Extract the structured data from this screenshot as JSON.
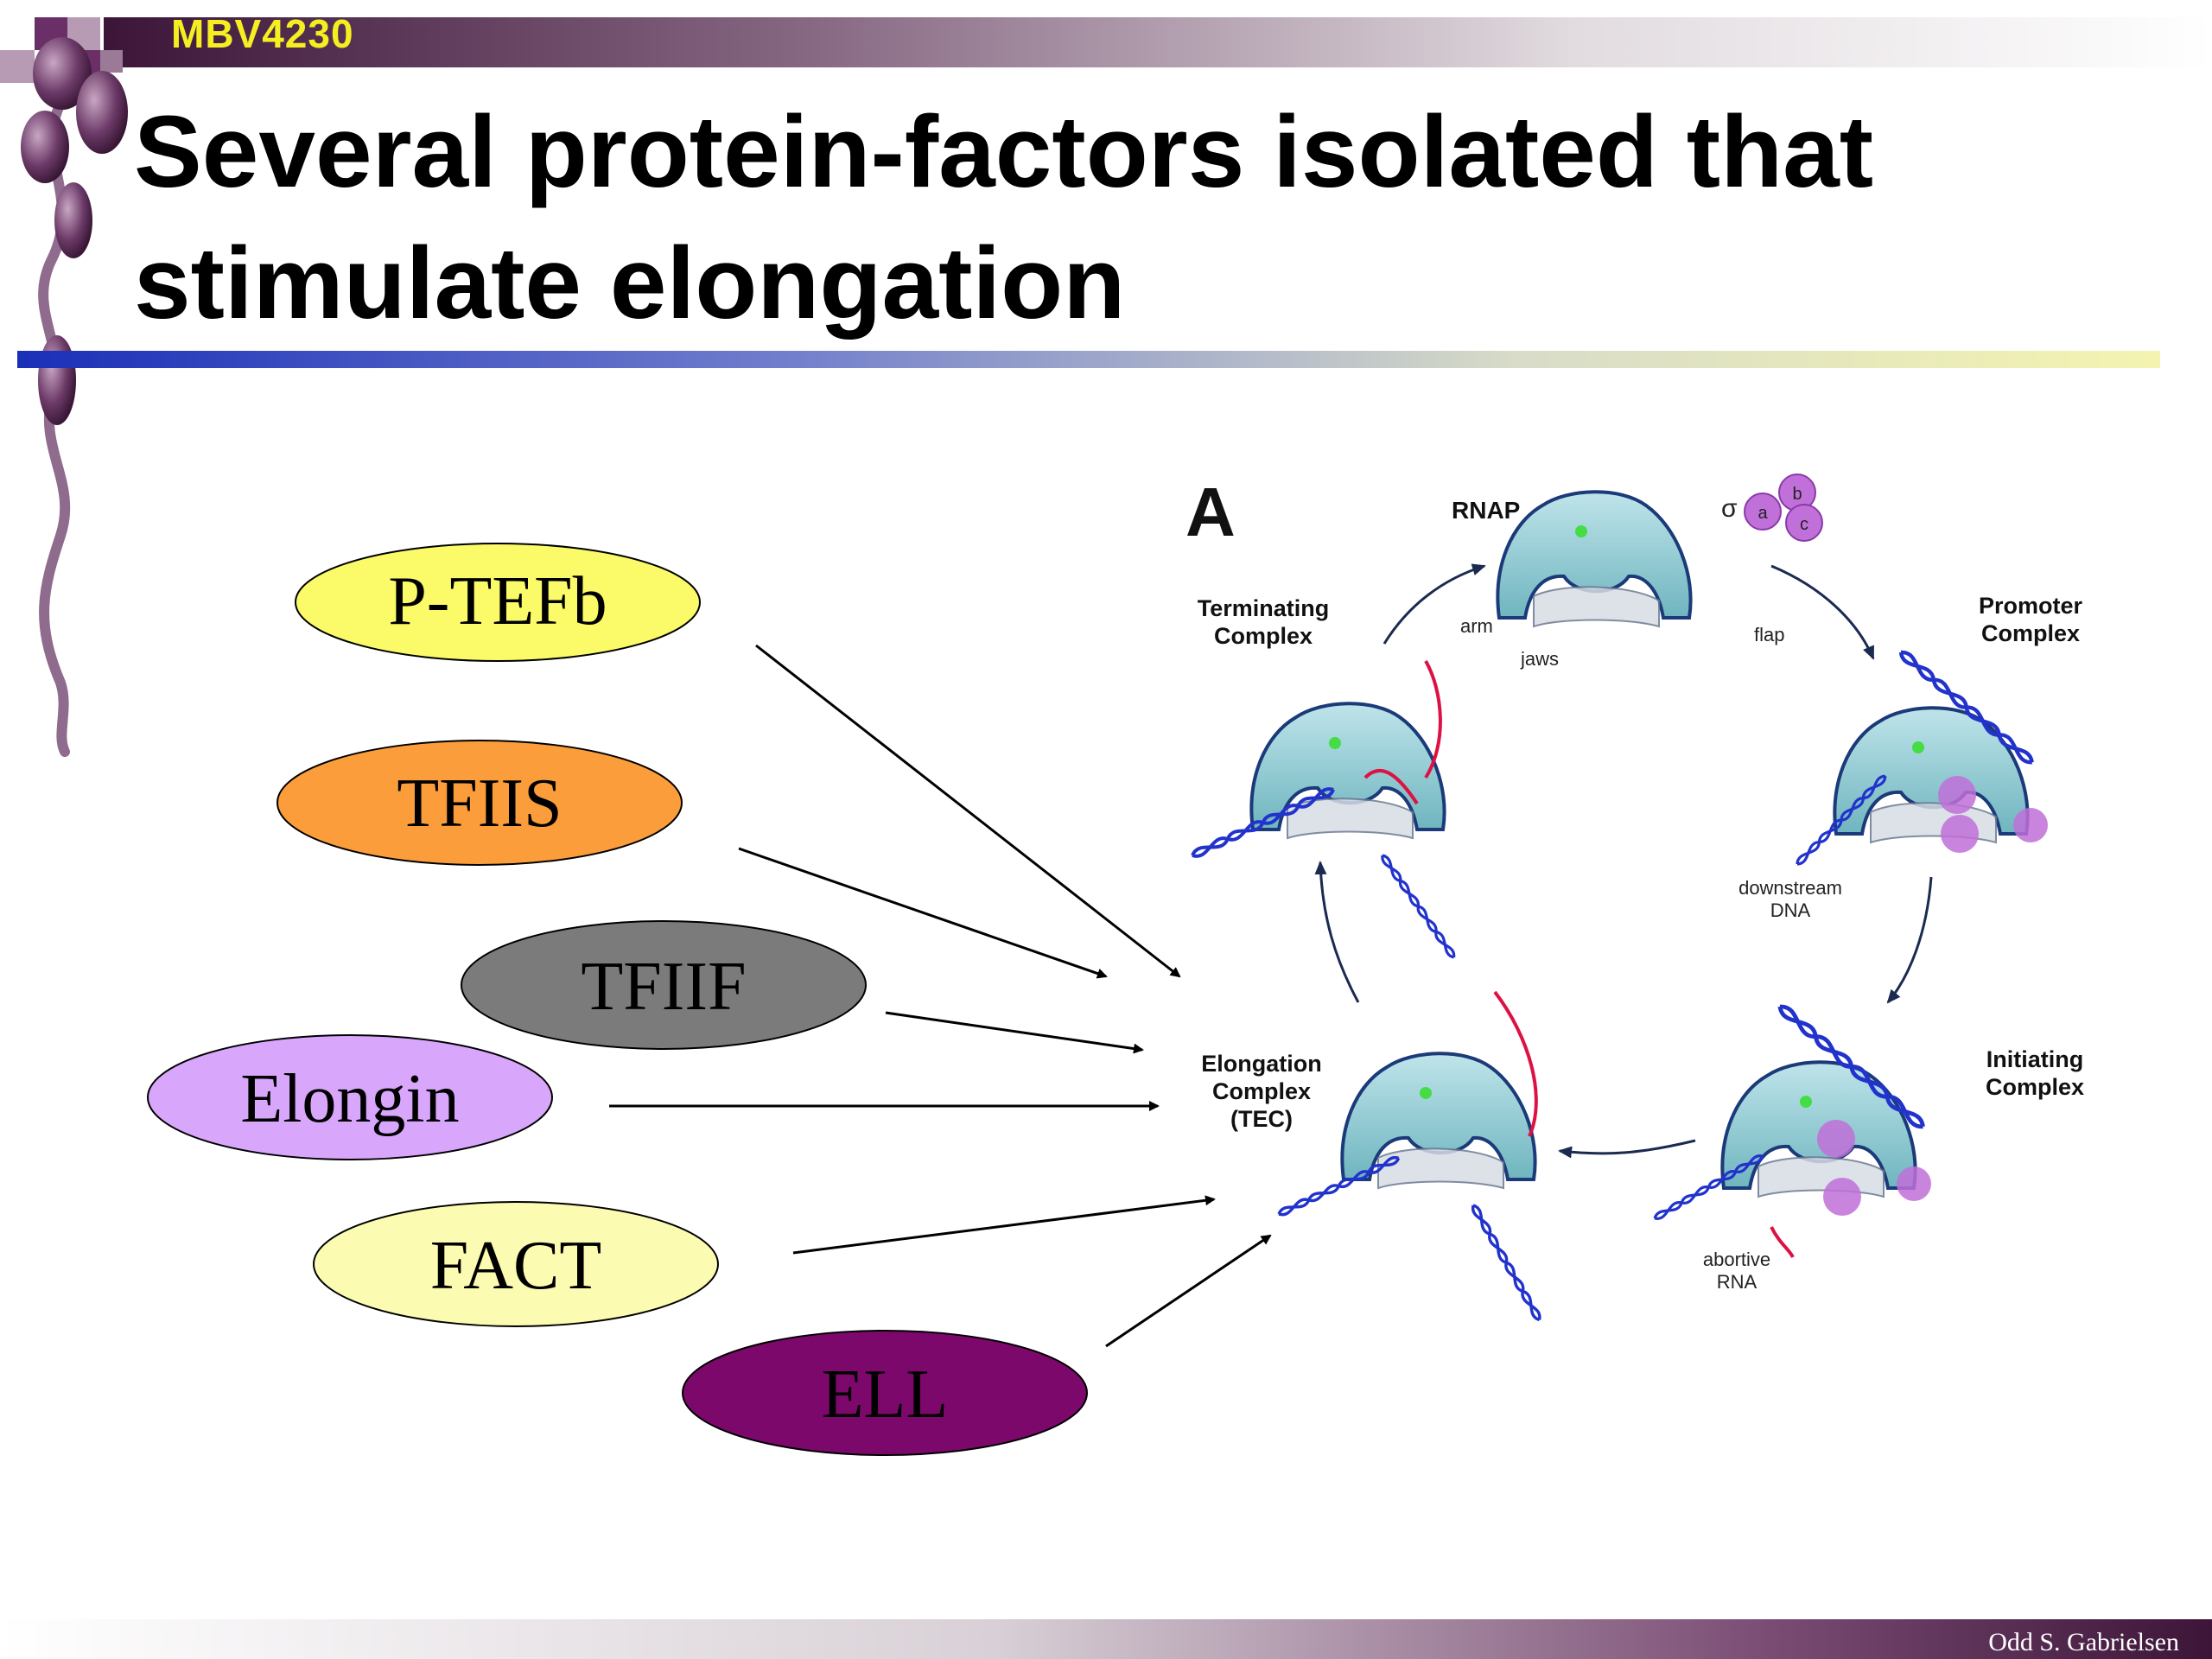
{
  "header": {
    "course_code": "MBV4230",
    "title": "Several protein-factors isolated that stimulate elongation"
  },
  "factors": [
    {
      "label": "P-TEFb",
      "color": "#fbfb6a"
    },
    {
      "label": "TFIIS",
      "color": "#fb9d3a"
    },
    {
      "label": "TFIIF",
      "color": "#7b7b7b"
    },
    {
      "label": "Elongin",
      "color": "#d8a6fb"
    },
    {
      "label": "FACT",
      "color": "#fbfbb2"
    },
    {
      "label": "ELL",
      "color": "#7b086a"
    }
  ],
  "diagram": {
    "panel_label": "A",
    "rnap": "RNAP",
    "sigma": "σ",
    "sigma_subunits": [
      "a",
      "b",
      "c"
    ],
    "arm": "arm",
    "jaws": "jaws",
    "flap": "flap",
    "terminating": [
      "Terminating",
      "Complex"
    ],
    "promoter": [
      "Promoter",
      "Complex"
    ],
    "downstream": [
      "downstream",
      "DNA"
    ],
    "initiating": [
      "Initiating",
      "Complex"
    ],
    "abortive": [
      "abortive",
      "RNA"
    ],
    "elongation": [
      "Elongation",
      "Complex",
      "(TEC)"
    ]
  },
  "footer": {
    "author": "Odd S. Gabrielsen"
  },
  "colors": {
    "header_bar_dark": "#5a2a55",
    "rule_blue": "#2a3fbf",
    "rnap_fill": "#9fd4dc",
    "dna": "#2233cc",
    "rna": "#dd1144",
    "sigma": "#c070d8"
  }
}
